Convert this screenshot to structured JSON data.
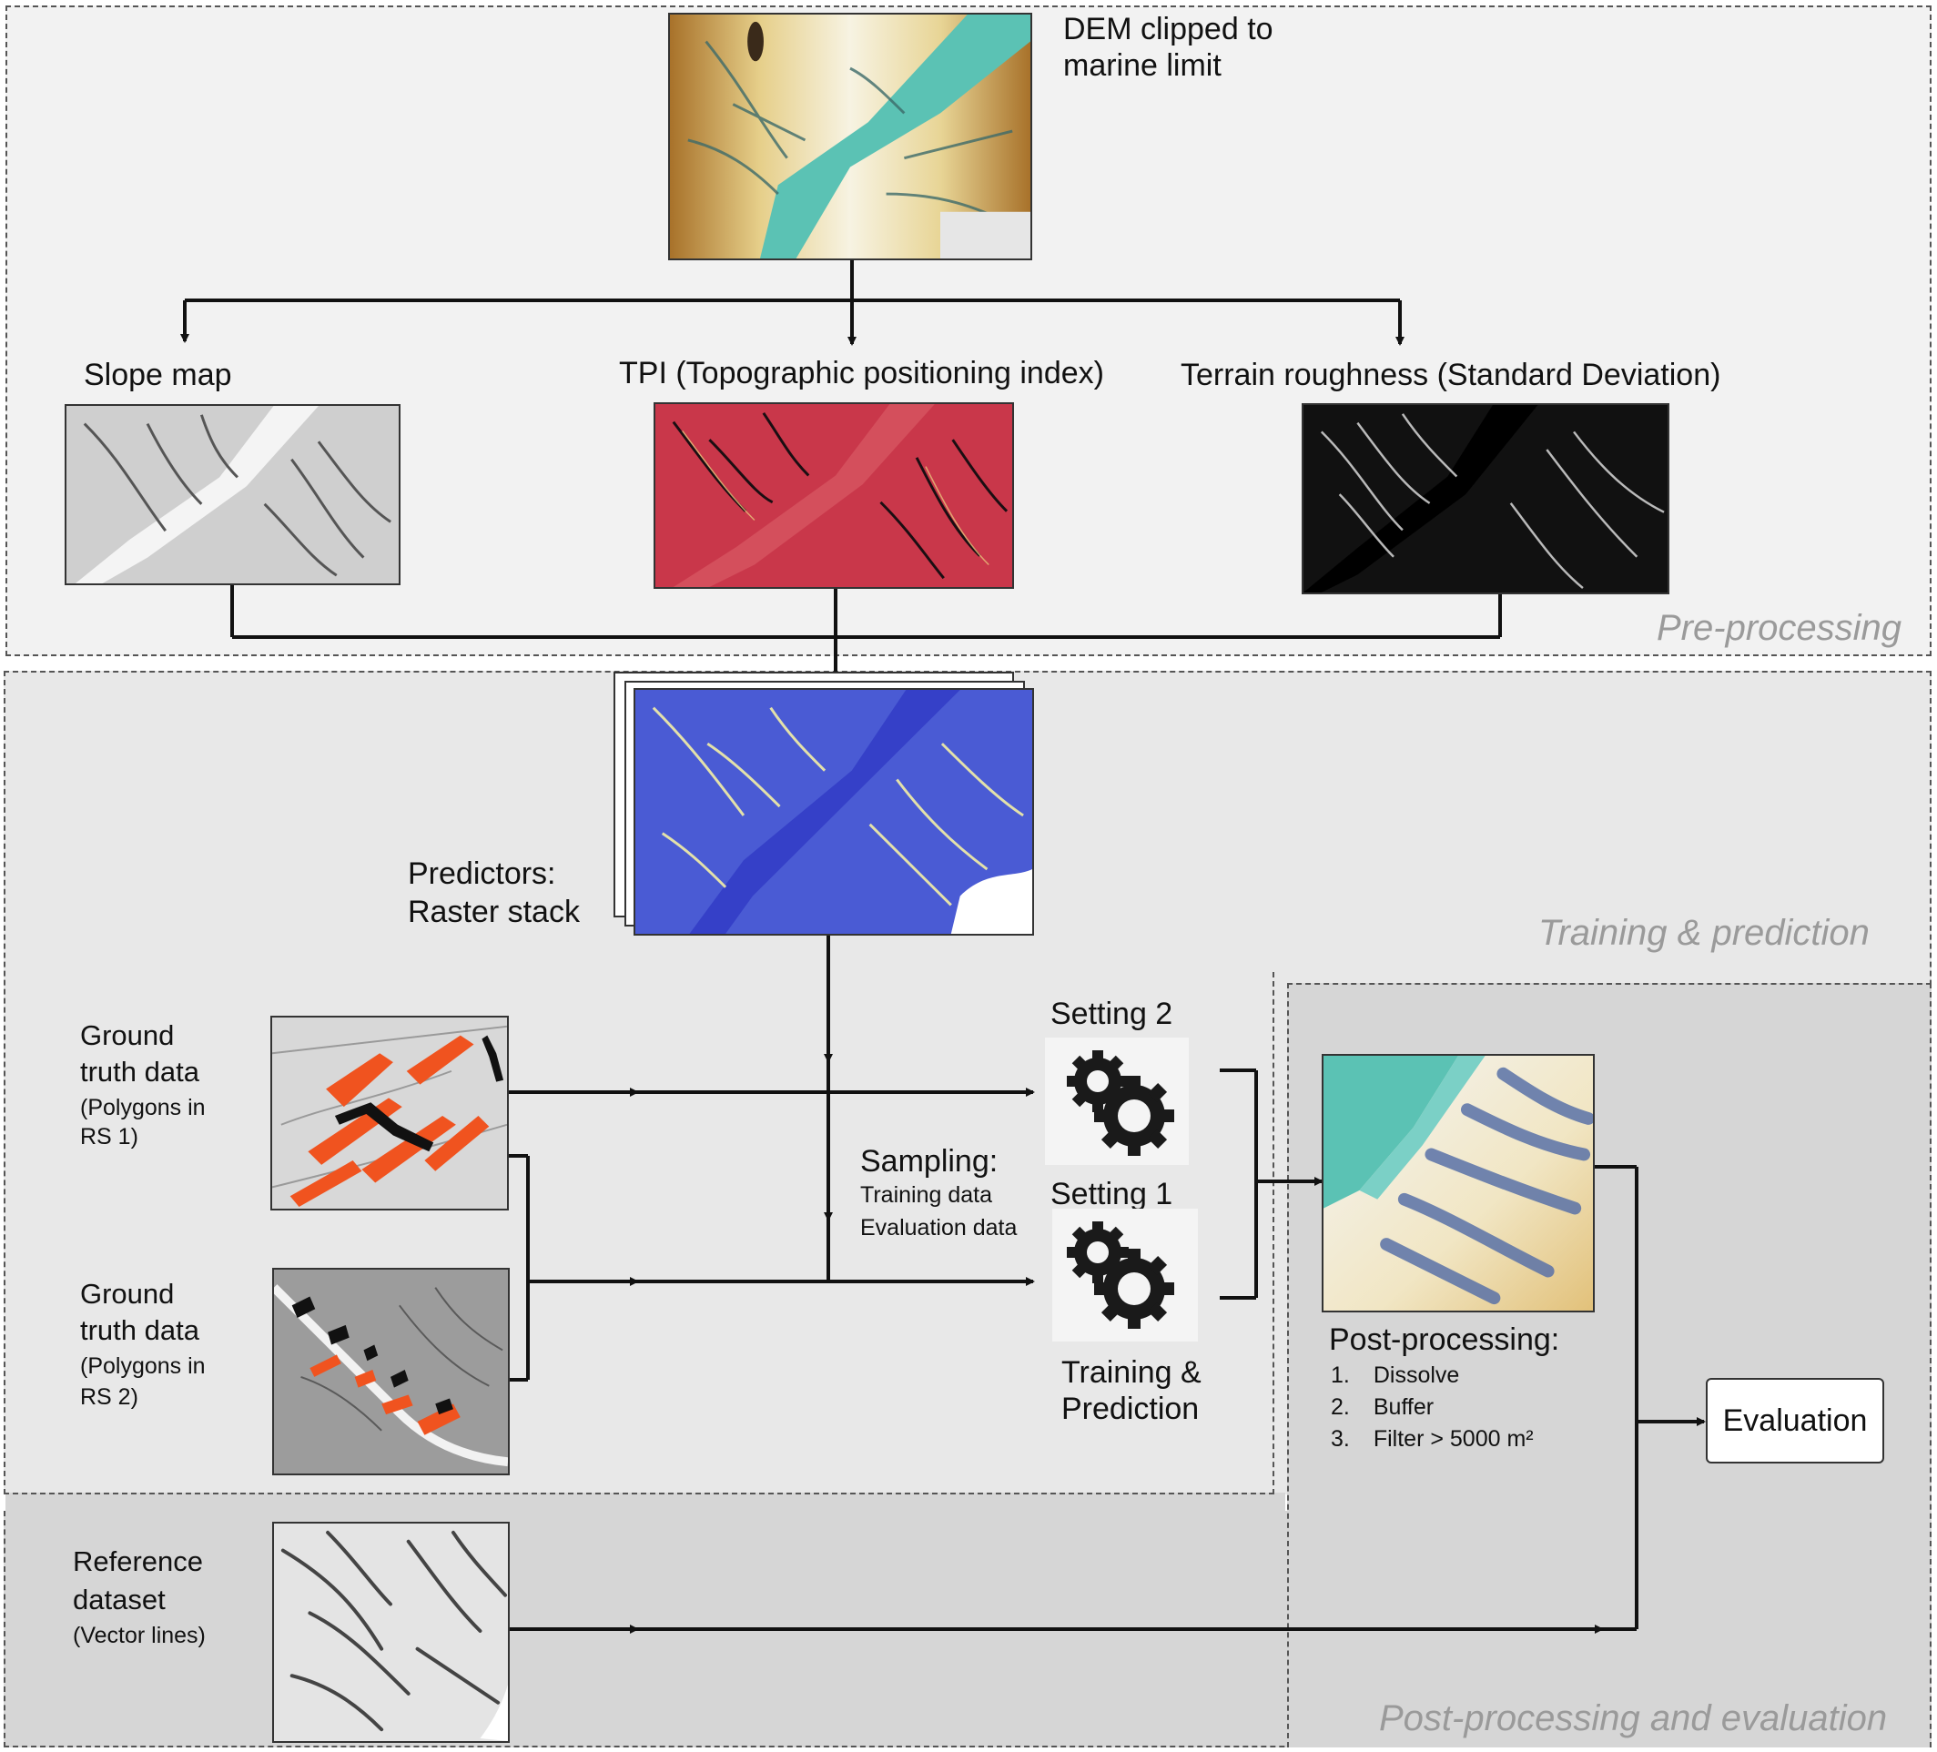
{
  "sections": {
    "preprocessing": "Pre-processing",
    "training": "Training & prediction",
    "postprocessing": "Post-processing and evaluation"
  },
  "dem": {
    "line1": "DEM clipped to",
    "line2": "marine limit"
  },
  "slope": {
    "label": "Slope map"
  },
  "tpi": {
    "label": "TPI (Topographic positioning index)"
  },
  "roughness": {
    "label": "Terrain roughness (Standard Deviation)"
  },
  "predictors": {
    "line1": "Predictors:",
    "line2": "Raster stack"
  },
  "gt1": {
    "line1": "Ground",
    "line2": "truth data",
    "line3": "(Polygons in",
    "line4": "RS 1)"
  },
  "gt2": {
    "line1": "Ground",
    "line2": "truth data",
    "line3": "(Polygons in",
    "line4": "RS 2)"
  },
  "sampling": {
    "title": "Sampling:",
    "line1": "Training data",
    "line2": "Evaluation data"
  },
  "setting2": {
    "label": "Setting 2"
  },
  "setting1": {
    "label": "Setting 1"
  },
  "training": {
    "line1": "Training &",
    "line2": "Prediction"
  },
  "postproc": {
    "title": "Post-processing:",
    "steps": [
      {
        "num": "1.",
        "text": "Dissolve"
      },
      {
        "num": "2.",
        "text": "Buffer"
      },
      {
        "num": "3.",
        "text": "Filter > 5000 m²"
      }
    ]
  },
  "evaluation": {
    "label": "Evaluation"
  },
  "reference": {
    "line1": "Reference",
    "line2": "dataset",
    "line3": "(Vector lines)"
  },
  "icons": {
    "gear": "gears-icon"
  },
  "colors": {
    "tpi": "#c9374a",
    "stack": "#4a5bd4",
    "dem_water": "#5bc2b4",
    "dem_high": "#a8722a",
    "gt_orange": "#f0531f",
    "line": "#111111"
  }
}
